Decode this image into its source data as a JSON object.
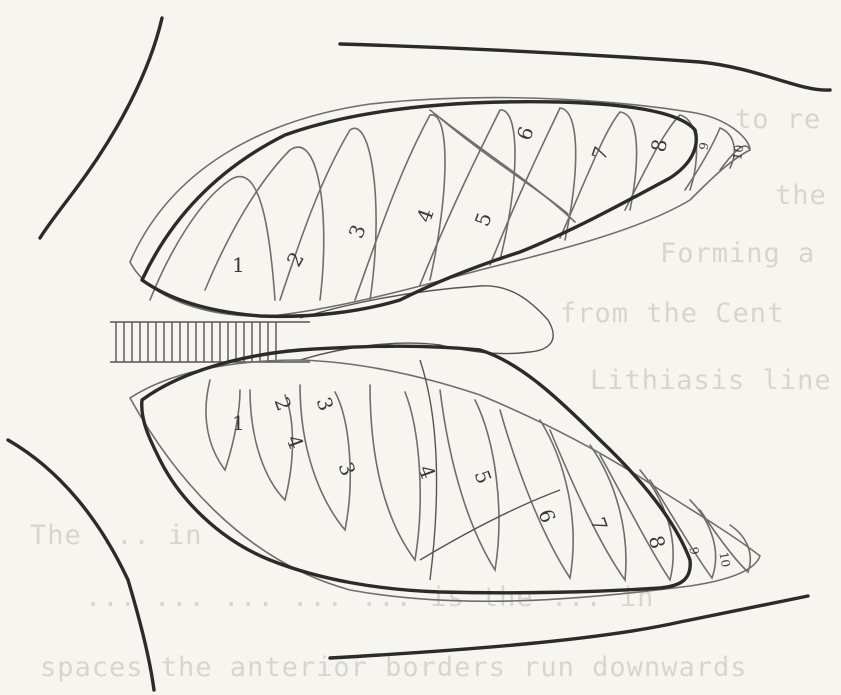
{
  "ghost_text": [
    "to re",
    "the",
    "Forming a",
    "from the Cent",
    "Lithiasis line",
    "The ... in",
    "... ... ... ... ... is the ... in",
    "spaces the anterior borders run downwards"
  ],
  "labels": {
    "upper_ribs": [
      "1",
      "2",
      "3",
      "4",
      "5",
      "6",
      "7",
      "8",
      "9",
      "10"
    ],
    "lower_ribs": [
      "1",
      "2",
      "3",
      "4",
      "3",
      "4",
      "5",
      "6",
      "7",
      "8",
      "9",
      "10"
    ]
  }
}
